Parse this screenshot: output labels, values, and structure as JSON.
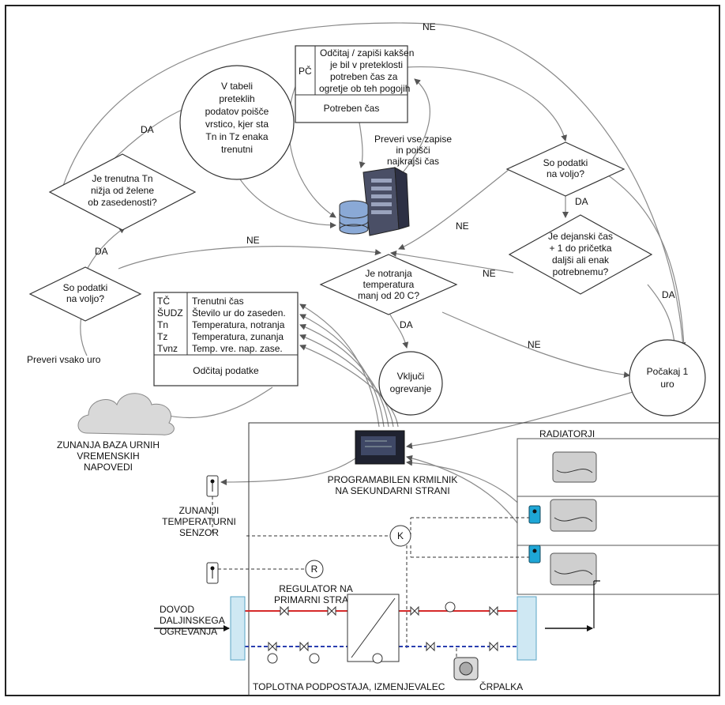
{
  "nodes": {
    "search_table": [
      "V tabeli",
      "preteklih",
      "podatov poišče",
      "vrstico, kjer sta",
      "Tn in Tz enaka",
      "trenutni"
    ],
    "pc_box": {
      "field": "PČ",
      "text": [
        "Odčitaj / zapiši kakšen",
        "je bil v preteklosti",
        "potreben čas za",
        "ogretje ob teh pogojih"
      ],
      "title": "Potreben čas"
    },
    "check_records": [
      "Preveri vse zapise",
      "in poišči",
      "najkrajši čas"
    ],
    "d_data_available_right": [
      "So podatki",
      "na voljo?"
    ],
    "d_time_compare": [
      "Je dejanski čas",
      "+ 1 do pričetka",
      "daljši ali enak",
      "potrebnemu?"
    ],
    "d_tn_lower": [
      "Je trenutna Tn",
      "nižja od želene",
      "ob zasedenosti?"
    ],
    "d_data_available_left": [
      "So podatki",
      "na voljo?"
    ],
    "d_inside_temp": [
      "Je notranja",
      "temperatura",
      "manj od 20 C?"
    ],
    "read_box": {
      "rows": [
        {
          "key": "TČ",
          "value": "Trenutni čas"
        },
        {
          "key": "ŠUDZ",
          "value": "Število ur do zaseden."
        },
        {
          "key": "Tn",
          "value": "Temperatura, notranja"
        },
        {
          "key": "Tz",
          "value": "Temperatura, zunanja"
        },
        {
          "key": "Tvnz",
          "value": "Temp. vre. nap. zase."
        }
      ],
      "title": "Odčitaj podatke"
    },
    "turn_on": [
      "Vključi",
      "ogrevanje"
    ],
    "wait": [
      "Počakaj 1",
      "uro"
    ],
    "check_hourly": "Preveri vsako uro"
  },
  "edge_labels": {
    "ne_top": "NE",
    "da_top": "DA",
    "da_left": "DA",
    "ne_mid": "NE",
    "ne_right": "NE",
    "da_right1": "DA",
    "ne_right2": "NE",
    "da_right2": "DA",
    "da_mid": "DA",
    "ne_bottom": "NE"
  },
  "plant": {
    "cloud_label": [
      "ZUNANJA BAZA URNIH",
      "VREMENSKIH",
      "NAPOVEDI"
    ],
    "radiators_title": "RADIATORJI",
    "plc_label": [
      "PROGRAMABILEN KRMILNIK",
      "NA SEKUNDARNI STRANI"
    ],
    "outdoor_sensor": [
      "ZUNANJI",
      "TEMPERATURNI",
      "SENZOR"
    ],
    "k_label": "K",
    "r_label": "R",
    "regulator": [
      "REGULATOR NA",
      "PRIMARNI STRANI"
    ],
    "district_supply": [
      "DOVOD",
      "DALJINSKEGA",
      "OGREVANJA"
    ],
    "substation": "TOPLOTNA PODPOSTAJA, IZMENJEVALEC",
    "pump": "ČRPALKA"
  },
  "colors": {
    "supply_line": "#d62a2a",
    "return_line": "#2a3fb0",
    "sensor_blue": "#1ea6d6",
    "panel_fill": "#cfe8f3",
    "stroke": "#2b2b2b",
    "arrow_grey": "#8a8a8a"
  }
}
